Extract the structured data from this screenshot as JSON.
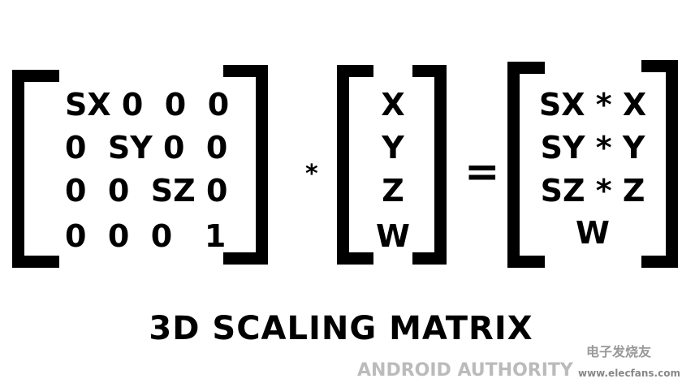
{
  "scaling_matrix": {
    "rows": [
      "SX 0  0  0",
      "0  SY 0  0",
      "0  0  SZ 0",
      "0  0  0   1"
    ]
  },
  "multiply_operator": "*",
  "vector": [
    "X",
    "Y",
    "Z",
    "W"
  ],
  "equals_operator": "=",
  "result": [
    "SX * X",
    "SY * Y",
    "SZ * Z",
    "W"
  ],
  "title": "3D SCALING MATRIX",
  "watermarks": {
    "chinese": "电子发烧友",
    "url": "www.elecfans.com",
    "brand": "ANDROID AUTHORITY"
  }
}
